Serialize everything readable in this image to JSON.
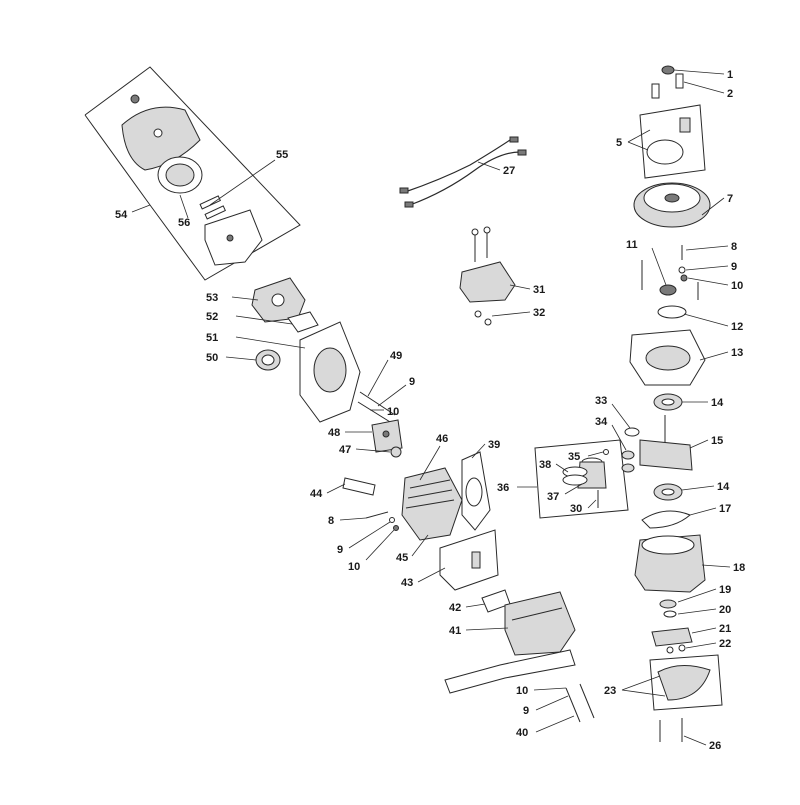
{
  "diagram": {
    "labels": {
      "l1": "1",
      "l2": "2",
      "l5": "5",
      "l7": "7",
      "l8a": "8",
      "l9a": "9",
      "l10a": "10",
      "l11": "11",
      "l12": "12",
      "l13": "13",
      "l14a": "14",
      "l15": "15",
      "l14b": "14",
      "l17": "17",
      "l18": "18",
      "l19": "19",
      "l20": "20",
      "l21": "21",
      "l22": "22",
      "l23": "23",
      "l26": "26",
      "l27": "27",
      "l31": "31",
      "l32": "32",
      "l33": "33",
      "l34": "34",
      "l35": "35",
      "l36": "36",
      "l37": "37",
      "l38": "38",
      "l30": "30",
      "l39": "39",
      "l40": "40",
      "l41": "41",
      "l42": "42",
      "l43": "43",
      "l44": "44",
      "l45": "45",
      "l46": "46",
      "l47": "47",
      "l48": "48",
      "l49": "49",
      "l9b": "9",
      "l10b": "10",
      "l50": "50",
      "l51": "51",
      "l52": "52",
      "l53": "53",
      "l54": "54",
      "l55": "55",
      "l56": "56",
      "l8b": "8",
      "l9c": "9",
      "l10c": "10",
      "l10d": "10",
      "l9d": "9"
    }
  }
}
